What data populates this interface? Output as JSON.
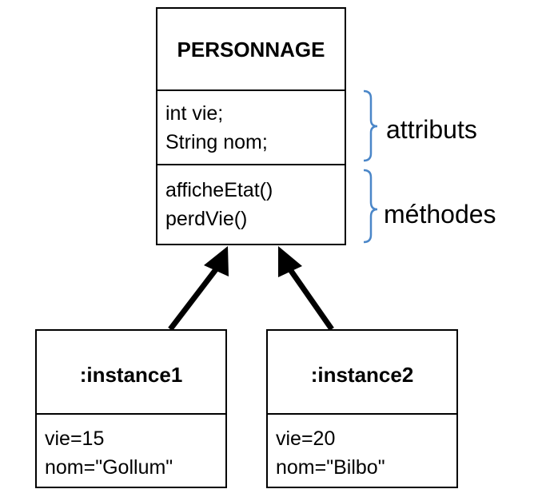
{
  "class_box": {
    "title": "PERSONNAGE",
    "attributes": [
      "int vie;",
      "String nom;"
    ],
    "methods": [
      "afficheEtat()",
      "perdVie()"
    ]
  },
  "annotations": {
    "attributes_label": "attributs",
    "methods_label": "méthodes",
    "brace_color": "#4a86c8"
  },
  "instances": [
    {
      "title": ":instance1",
      "values": [
        "vie=15",
        "nom=\"Gollum\""
      ]
    },
    {
      "title": ":instance2",
      "values": [
        "vie=20",
        "nom=\"Bilbo\""
      ]
    }
  ],
  "arrow_color": "#000000"
}
